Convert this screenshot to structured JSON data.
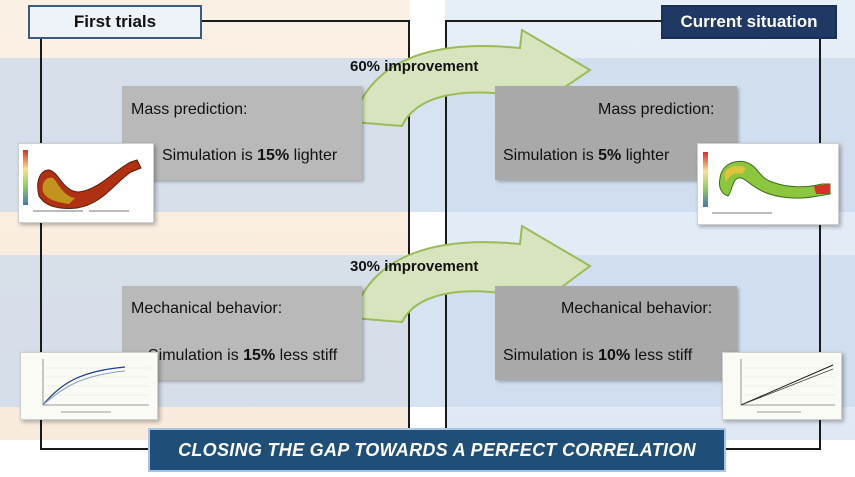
{
  "titles": {
    "left": "First trials",
    "right": "Current situation"
  },
  "arrows": {
    "top": "60% improvement",
    "bottom": "30% improvement"
  },
  "mass": {
    "label": "Mass prediction:",
    "left": {
      "prefix": "Simulation is ",
      "value": "15%",
      "suffix": " lighter"
    },
    "right": {
      "prefix": "Simulation is ",
      "value": "5%",
      "suffix": " lighter"
    }
  },
  "mechanical": {
    "label": "Mechanical behavior:",
    "left": {
      "prefix": "Simulation is ",
      "value": "15%",
      "suffix": " less stiff"
    },
    "right": {
      "prefix": "Simulation is ",
      "value": "10%",
      "suffix": " less stiff"
    }
  },
  "banner": "CLOSING THE GAP TOWARDS A PERFECT CORRELATION",
  "colors": {
    "navy": "#1f3864",
    "banner": "#1f4e79",
    "arrow_fill": "#d7e4bd",
    "arrow_stroke": "#9bbb59"
  }
}
